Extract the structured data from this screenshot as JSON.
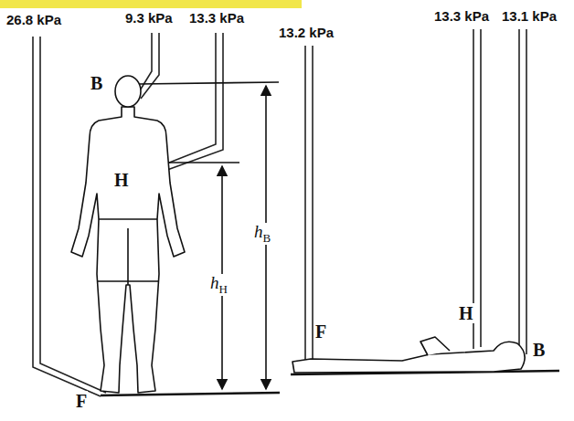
{
  "diagram": {
    "labels": [
      "26.8 kPa",
      "9.3 kPa",
      "13.3 kPa",
      "13.2 kPa",
      "13.3 kPa",
      "13.1 kPa",
      "B",
      "H",
      "hB",
      "hH",
      "F",
      "F",
      "H",
      "B"
    ]
  }
}
